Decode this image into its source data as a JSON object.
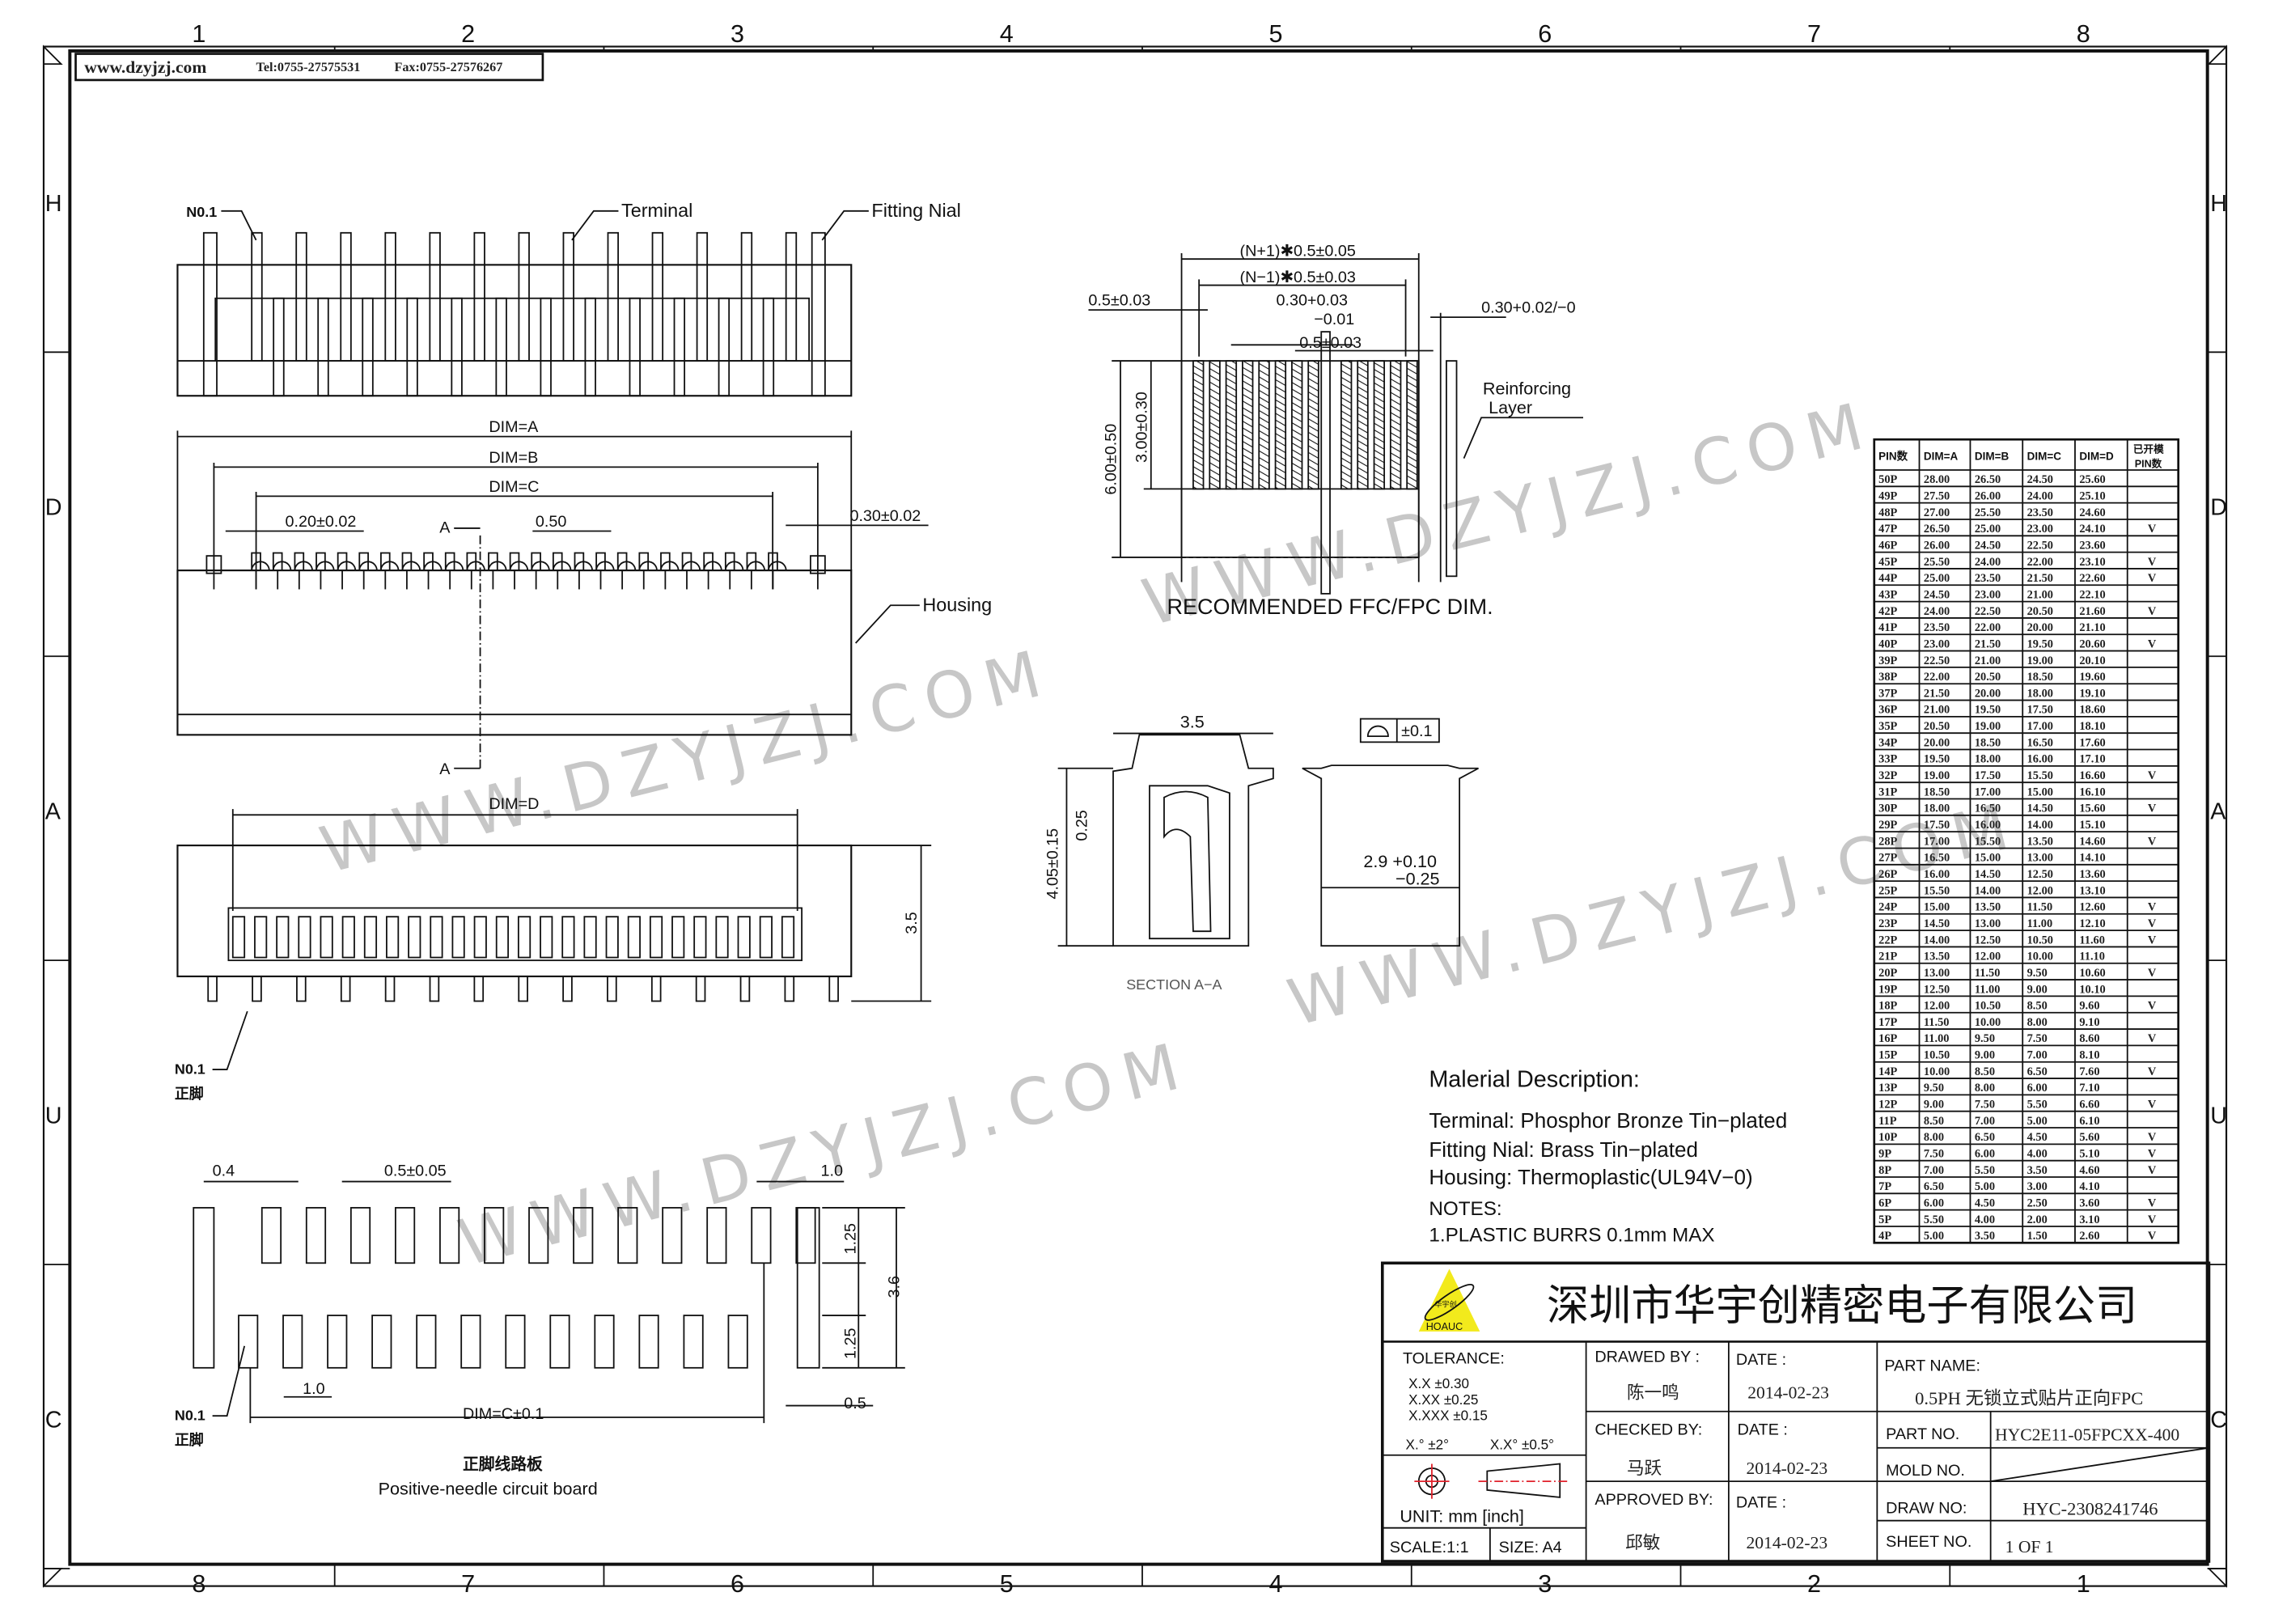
{
  "header": {
    "site": "www.dzyjzj.com",
    "tel": "Tel:0755-27575531",
    "fax": "Fax:0755-27576267"
  },
  "zones": {
    "top": [
      "1",
      "2",
      "3",
      "4",
      "5",
      "6",
      "7",
      "8"
    ],
    "bottom": [
      "8",
      "7",
      "6",
      "5",
      "4",
      "3",
      "2",
      "1"
    ],
    "side": [
      "H",
      "D",
      "A",
      "U",
      "C"
    ]
  },
  "top_view": {
    "no1": "N0.1",
    "terminal": "Terminal",
    "fitting_nail": "Fitting  Nial"
  },
  "front_view": {
    "dim_a": "DIM=A",
    "dim_b": "DIM=B",
    "dim_c": "DIM=C",
    "pin_width": "0.20±0.02",
    "pitch": "0.50",
    "nail_width": "0.30±0.02",
    "section_mark": "A",
    "housing": "Housing"
  },
  "bottom_view": {
    "dim_d": "DIM=D",
    "height": "3.5",
    "no1": "N0.1",
    "no1_cn": "正脚"
  },
  "pcb": {
    "pad_width": "0.4",
    "pitch": "0.5±0.05",
    "nail_pad": "1.0",
    "row_len_top": "1.25",
    "total": "3.6",
    "row_len_bottom": "1.25",
    "row_pitch": "1.0",
    "nail_gap": "0.5",
    "dim_c": "DIM=C±0.1",
    "no1": "N0.1",
    "no1_cn": "正脚",
    "title_cn": "正脚线路板",
    "title_en": "Positive-needle circuit board"
  },
  "ffc": {
    "overall": "(N+1)✱0.5±0.05",
    "inner": "(N−1)✱0.5±0.03",
    "edge": "0.5±0.03",
    "cond_width": "0.30+0.03",
    "cond_tol": "−0.01",
    "pitch": "0.5±0.03",
    "thickness": "0.30+0.02/−0",
    "reinforce": "Reinforcing",
    "reinforce2": "Layer",
    "len_total": "6.00±0.50",
    "len_exposed": "3.00±0.30",
    "title": "RECOMMENDED FFC/FPC DIM."
  },
  "section": {
    "width": "3.5",
    "top": "0.25",
    "height": "4.05±0.15",
    "title": "SECTION  A−A",
    "flatness": "±0.1",
    "opening": "2.9  +0.10",
    "opening_tol": "−0.25"
  },
  "material": {
    "title": "Malerial  Description:",
    "terminal": "Terminal:  Phosphor  Bronze  Tin−plated",
    "fitting": "Fitting  Nial:  Brass  Tin−plated",
    "housing": "Housing:  Thermoplastic(UL94V−0)",
    "notes_title": "NOTES:",
    "note1": "1.PLASTIC  BURRS  0.1mm  MAX"
  },
  "table": {
    "headers": [
      "PIN数",
      "DIM=A",
      "DIM=B",
      "DIM=C",
      "DIM=D",
      "已开模",
      "PIN数"
    ],
    "rows": [
      [
        "50P",
        "28.00",
        "26.50",
        "24.50",
        "25.60",
        ""
      ],
      [
        "49P",
        "27.50",
        "26.00",
        "24.00",
        "25.10",
        ""
      ],
      [
        "48P",
        "27.00",
        "25.50",
        "23.50",
        "24.60",
        ""
      ],
      [
        "47P",
        "26.50",
        "25.00",
        "23.00",
        "24.10",
        "V"
      ],
      [
        "46P",
        "26.00",
        "24.50",
        "22.50",
        "23.60",
        ""
      ],
      [
        "45P",
        "25.50",
        "24.00",
        "22.00",
        "23.10",
        "V"
      ],
      [
        "44P",
        "25.00",
        "23.50",
        "21.50",
        "22.60",
        "V"
      ],
      [
        "43P",
        "24.50",
        "23.00",
        "21.00",
        "22.10",
        ""
      ],
      [
        "42P",
        "24.00",
        "22.50",
        "20.50",
        "21.60",
        "V"
      ],
      [
        "41P",
        "23.50",
        "22.00",
        "20.00",
        "21.10",
        ""
      ],
      [
        "40P",
        "23.00",
        "21.50",
        "19.50",
        "20.60",
        "V"
      ],
      [
        "39P",
        "22.50",
        "21.00",
        "19.00",
        "20.10",
        ""
      ],
      [
        "38P",
        "22.00",
        "20.50",
        "18.50",
        "19.60",
        ""
      ],
      [
        "37P",
        "21.50",
        "20.00",
        "18.00",
        "19.10",
        ""
      ],
      [
        "36P",
        "21.00",
        "19.50",
        "17.50",
        "18.60",
        ""
      ],
      [
        "35P",
        "20.50",
        "19.00",
        "17.00",
        "18.10",
        ""
      ],
      [
        "34P",
        "20.00",
        "18.50",
        "16.50",
        "17.60",
        ""
      ],
      [
        "33P",
        "19.50",
        "18.00",
        "16.00",
        "17.10",
        ""
      ],
      [
        "32P",
        "19.00",
        "17.50",
        "15.50",
        "16.60",
        "V"
      ],
      [
        "31P",
        "18.50",
        "17.00",
        "15.00",
        "16.10",
        ""
      ],
      [
        "30P",
        "18.00",
        "16.50",
        "14.50",
        "15.60",
        "V"
      ],
      [
        "29P",
        "17.50",
        "16.00",
        "14.00",
        "15.10",
        ""
      ],
      [
        "28P",
        "17.00",
        "15.50",
        "13.50",
        "14.60",
        "V"
      ],
      [
        "27P",
        "16.50",
        "15.00",
        "13.00",
        "14.10",
        ""
      ],
      [
        "26P",
        "16.00",
        "14.50",
        "12.50",
        "13.60",
        ""
      ],
      [
        "25P",
        "15.50",
        "14.00",
        "12.00",
        "13.10",
        ""
      ],
      [
        "24P",
        "15.00",
        "13.50",
        "11.50",
        "12.60",
        "V"
      ],
      [
        "23P",
        "14.50",
        "13.00",
        "11.00",
        "12.10",
        "V"
      ],
      [
        "22P",
        "14.00",
        "12.50",
        "10.50",
        "11.60",
        "V"
      ],
      [
        "21P",
        "13.50",
        "12.00",
        "10.00",
        "11.10",
        ""
      ],
      [
        "20P",
        "13.00",
        "11.50",
        "9.50",
        "10.60",
        "V"
      ],
      [
        "19P",
        "12.50",
        "11.00",
        "9.00",
        "10.10",
        ""
      ],
      [
        "18P",
        "12.00",
        "10.50",
        "8.50",
        "9.60",
        "V"
      ],
      [
        "17P",
        "11.50",
        "10.00",
        "8.00",
        "9.10",
        ""
      ],
      [
        "16P",
        "11.00",
        "9.50",
        "7.50",
        "8.60",
        "V"
      ],
      [
        "15P",
        "10.50",
        "9.00",
        "7.00",
        "8.10",
        ""
      ],
      [
        "14P",
        "10.00",
        "8.50",
        "6.50",
        "7.60",
        "V"
      ],
      [
        "13P",
        "9.50",
        "8.00",
        "6.00",
        "7.10",
        ""
      ],
      [
        "12P",
        "9.00",
        "7.50",
        "5.50",
        "6.60",
        "V"
      ],
      [
        "11P",
        "8.50",
        "7.00",
        "5.00",
        "6.10",
        ""
      ],
      [
        "10P",
        "8.00",
        "6.50",
        "4.50",
        "5.60",
        "V"
      ],
      [
        "9P",
        "7.50",
        "6.00",
        "4.00",
        "5.10",
        "V"
      ],
      [
        "8P",
        "7.00",
        "5.50",
        "3.50",
        "4.60",
        "V"
      ],
      [
        "7P",
        "6.50",
        "5.00",
        "3.00",
        "4.10",
        ""
      ],
      [
        "6P",
        "6.00",
        "4.50",
        "2.50",
        "3.60",
        "V"
      ],
      [
        "5P",
        "5.50",
        "4.00",
        "2.00",
        "3.10",
        "V"
      ],
      [
        "4P",
        "5.00",
        "3.50",
        "1.50",
        "2.60",
        "V"
      ]
    ]
  },
  "title_block": {
    "logo_cn": "华宇创",
    "logo_en": "HOAUC",
    "company": "深圳市华宇创精密电子有限公司",
    "tolerance_label": "TOLERANCE:",
    "tolerances": [
      "X.X     ±0.30",
      "X.XX    ±0.25",
      "X.XXX  ±0.15"
    ],
    "angle_tol1": "X.°  ±2°",
    "angle_tol2": "X.X°  ±0.5°",
    "unit": "UNIT:  mm  [inch]",
    "scale": "SCALE:1:1",
    "size": "SIZE:  A4",
    "drawn_label": "DRAWED  BY :",
    "drawn_by": "陈一鸣",
    "drawn_date_label": "DATE  :",
    "drawn_date": "2014-02-23",
    "checked_label": "CHECKED  BY:",
    "checked_by": "马跃",
    "checked_date_label": "DATE  :",
    "checked_date": "2014-02-23",
    "approved_label": "APPROVED  BY:",
    "approved_by": "邱敏",
    "approved_date_label": "DATE  :",
    "approved_date": "2014-02-23",
    "part_name_label": "PART  NAME:",
    "part_name": "0.5PH 无锁立式贴片正向FPC",
    "part_no_label": "PART  NO.",
    "part_no": "HYC2E11-05FPCXX-400",
    "mold_no_label": "MOLD  NO.",
    "draw_no_label": "DRAW  NO:",
    "draw_no": "HYC-2308241746",
    "sheet_label": "SHEET  NO.",
    "sheet": "1  OF  1"
  },
  "watermark": "WWW.DZYJZJ.COM",
  "colors": {
    "logo_yellow": "#f2ea1c",
    "center_mark": "#e0202a"
  }
}
